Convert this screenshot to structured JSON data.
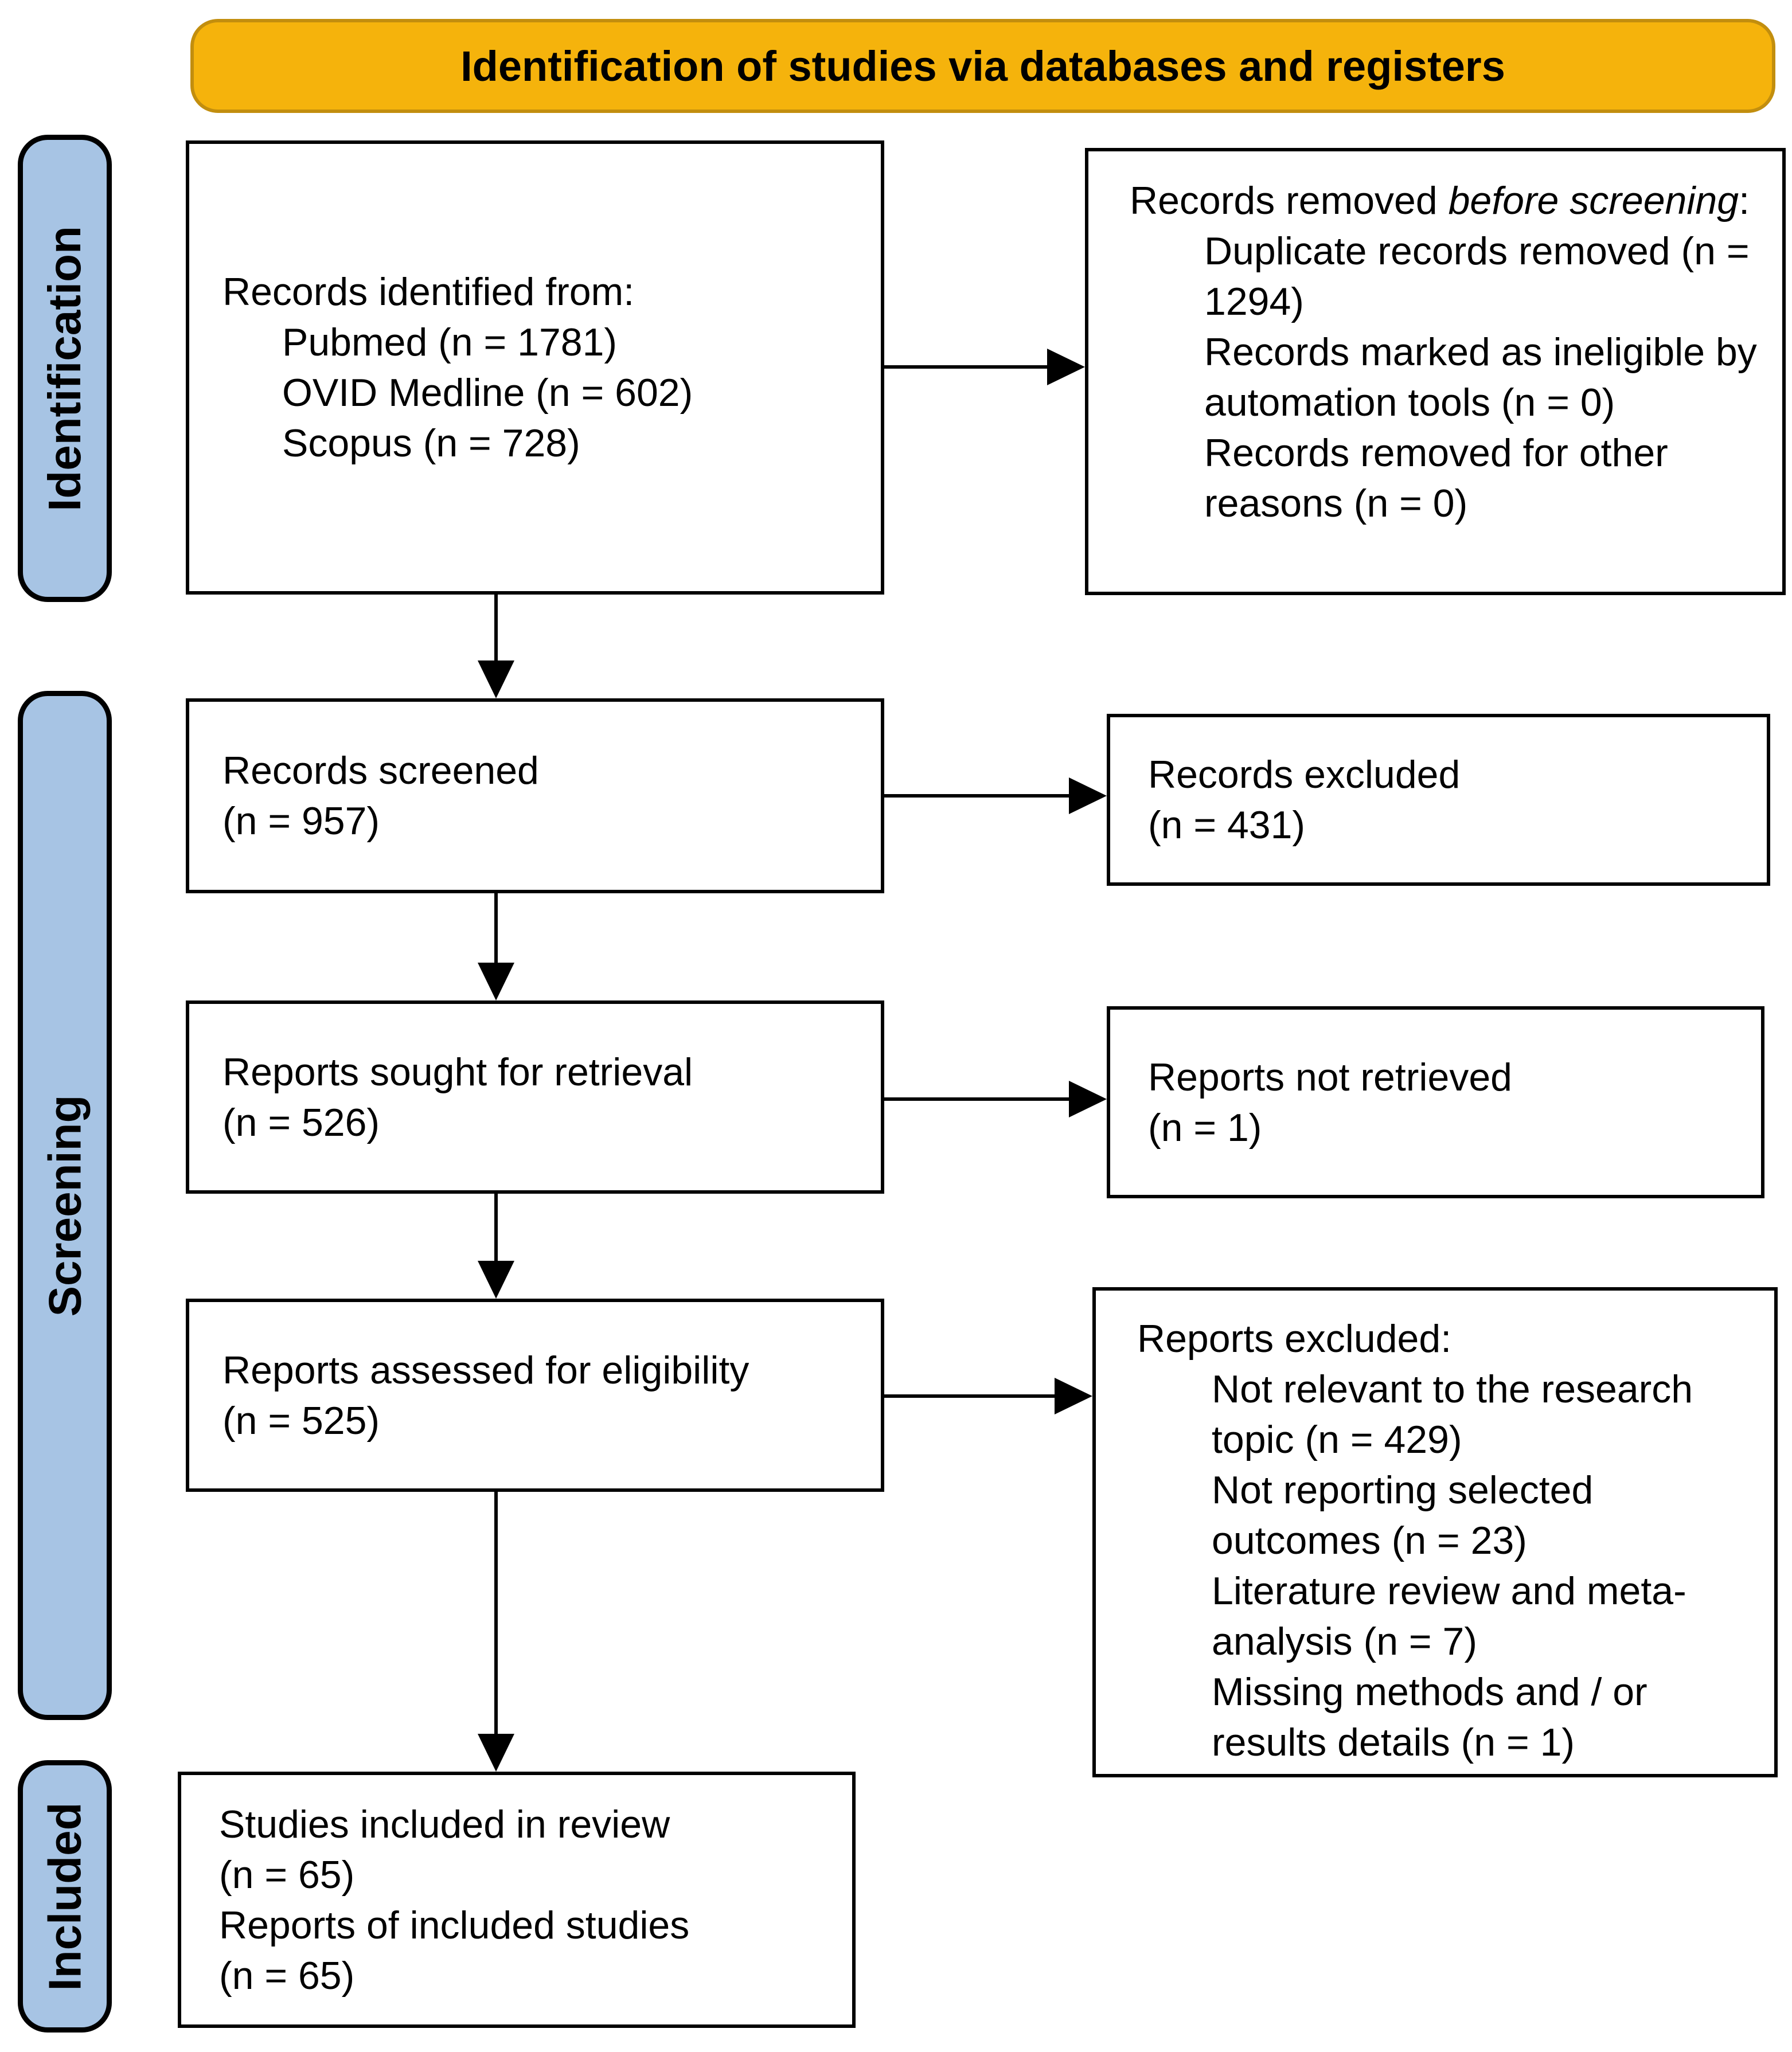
{
  "banner": {
    "label": "Identification of studies via databases and registers"
  },
  "sidebar": {
    "identification": "Identification",
    "screening": "Screening",
    "included": "Included"
  },
  "boxes": {
    "records_identified": {
      "title": "Records identified from:",
      "items": [
        "Pubmed (n = 1781)",
        "OVID Medline (n = 602)",
        "Scopus (n = 728)"
      ]
    },
    "records_removed": {
      "title_prefix": "Records removed ",
      "title_italic": "before screening",
      "title_suffix": ":",
      "items": [
        "Duplicate records removed (n = 1294)",
        "Records marked as ineligible by automation tools (n = 0)",
        "Records removed for other reasons (n = 0)"
      ]
    },
    "records_screened": {
      "lines": [
        "Records screened",
        "(n = 957)"
      ]
    },
    "records_excluded": {
      "lines": [
        "Records excluded",
        "(n = 431)"
      ]
    },
    "reports_sought": {
      "lines": [
        "Reports sought for retrieval",
        "(n = 526)"
      ]
    },
    "reports_not_retrieved": {
      "lines": [
        "Reports not retrieved",
        "(n = 1)"
      ]
    },
    "reports_assessed": {
      "lines": [
        "Reports assessed for eligibility",
        "(n = 525)"
      ]
    },
    "reports_excluded": {
      "title": "Reports excluded:",
      "items": [
        "Not relevant to the research topic (n = 429)",
        "Not reporting selected outcomes (n = 23)",
        "Literature review and meta-analysis (n = 7)",
        "Missing methods and / or results details (n = 1)"
      ]
    },
    "studies_included": {
      "lines": [
        "Studies included in review",
        "(n = 65)",
        "Reports of included studies",
        "(n = 65)"
      ]
    }
  },
  "colors": {
    "banner_fill": "#F5B30C",
    "banner_border": "#C28E0E",
    "sidebar_fill": "#A7C4E4",
    "box_border": "#000000",
    "arrow": "#000000"
  }
}
